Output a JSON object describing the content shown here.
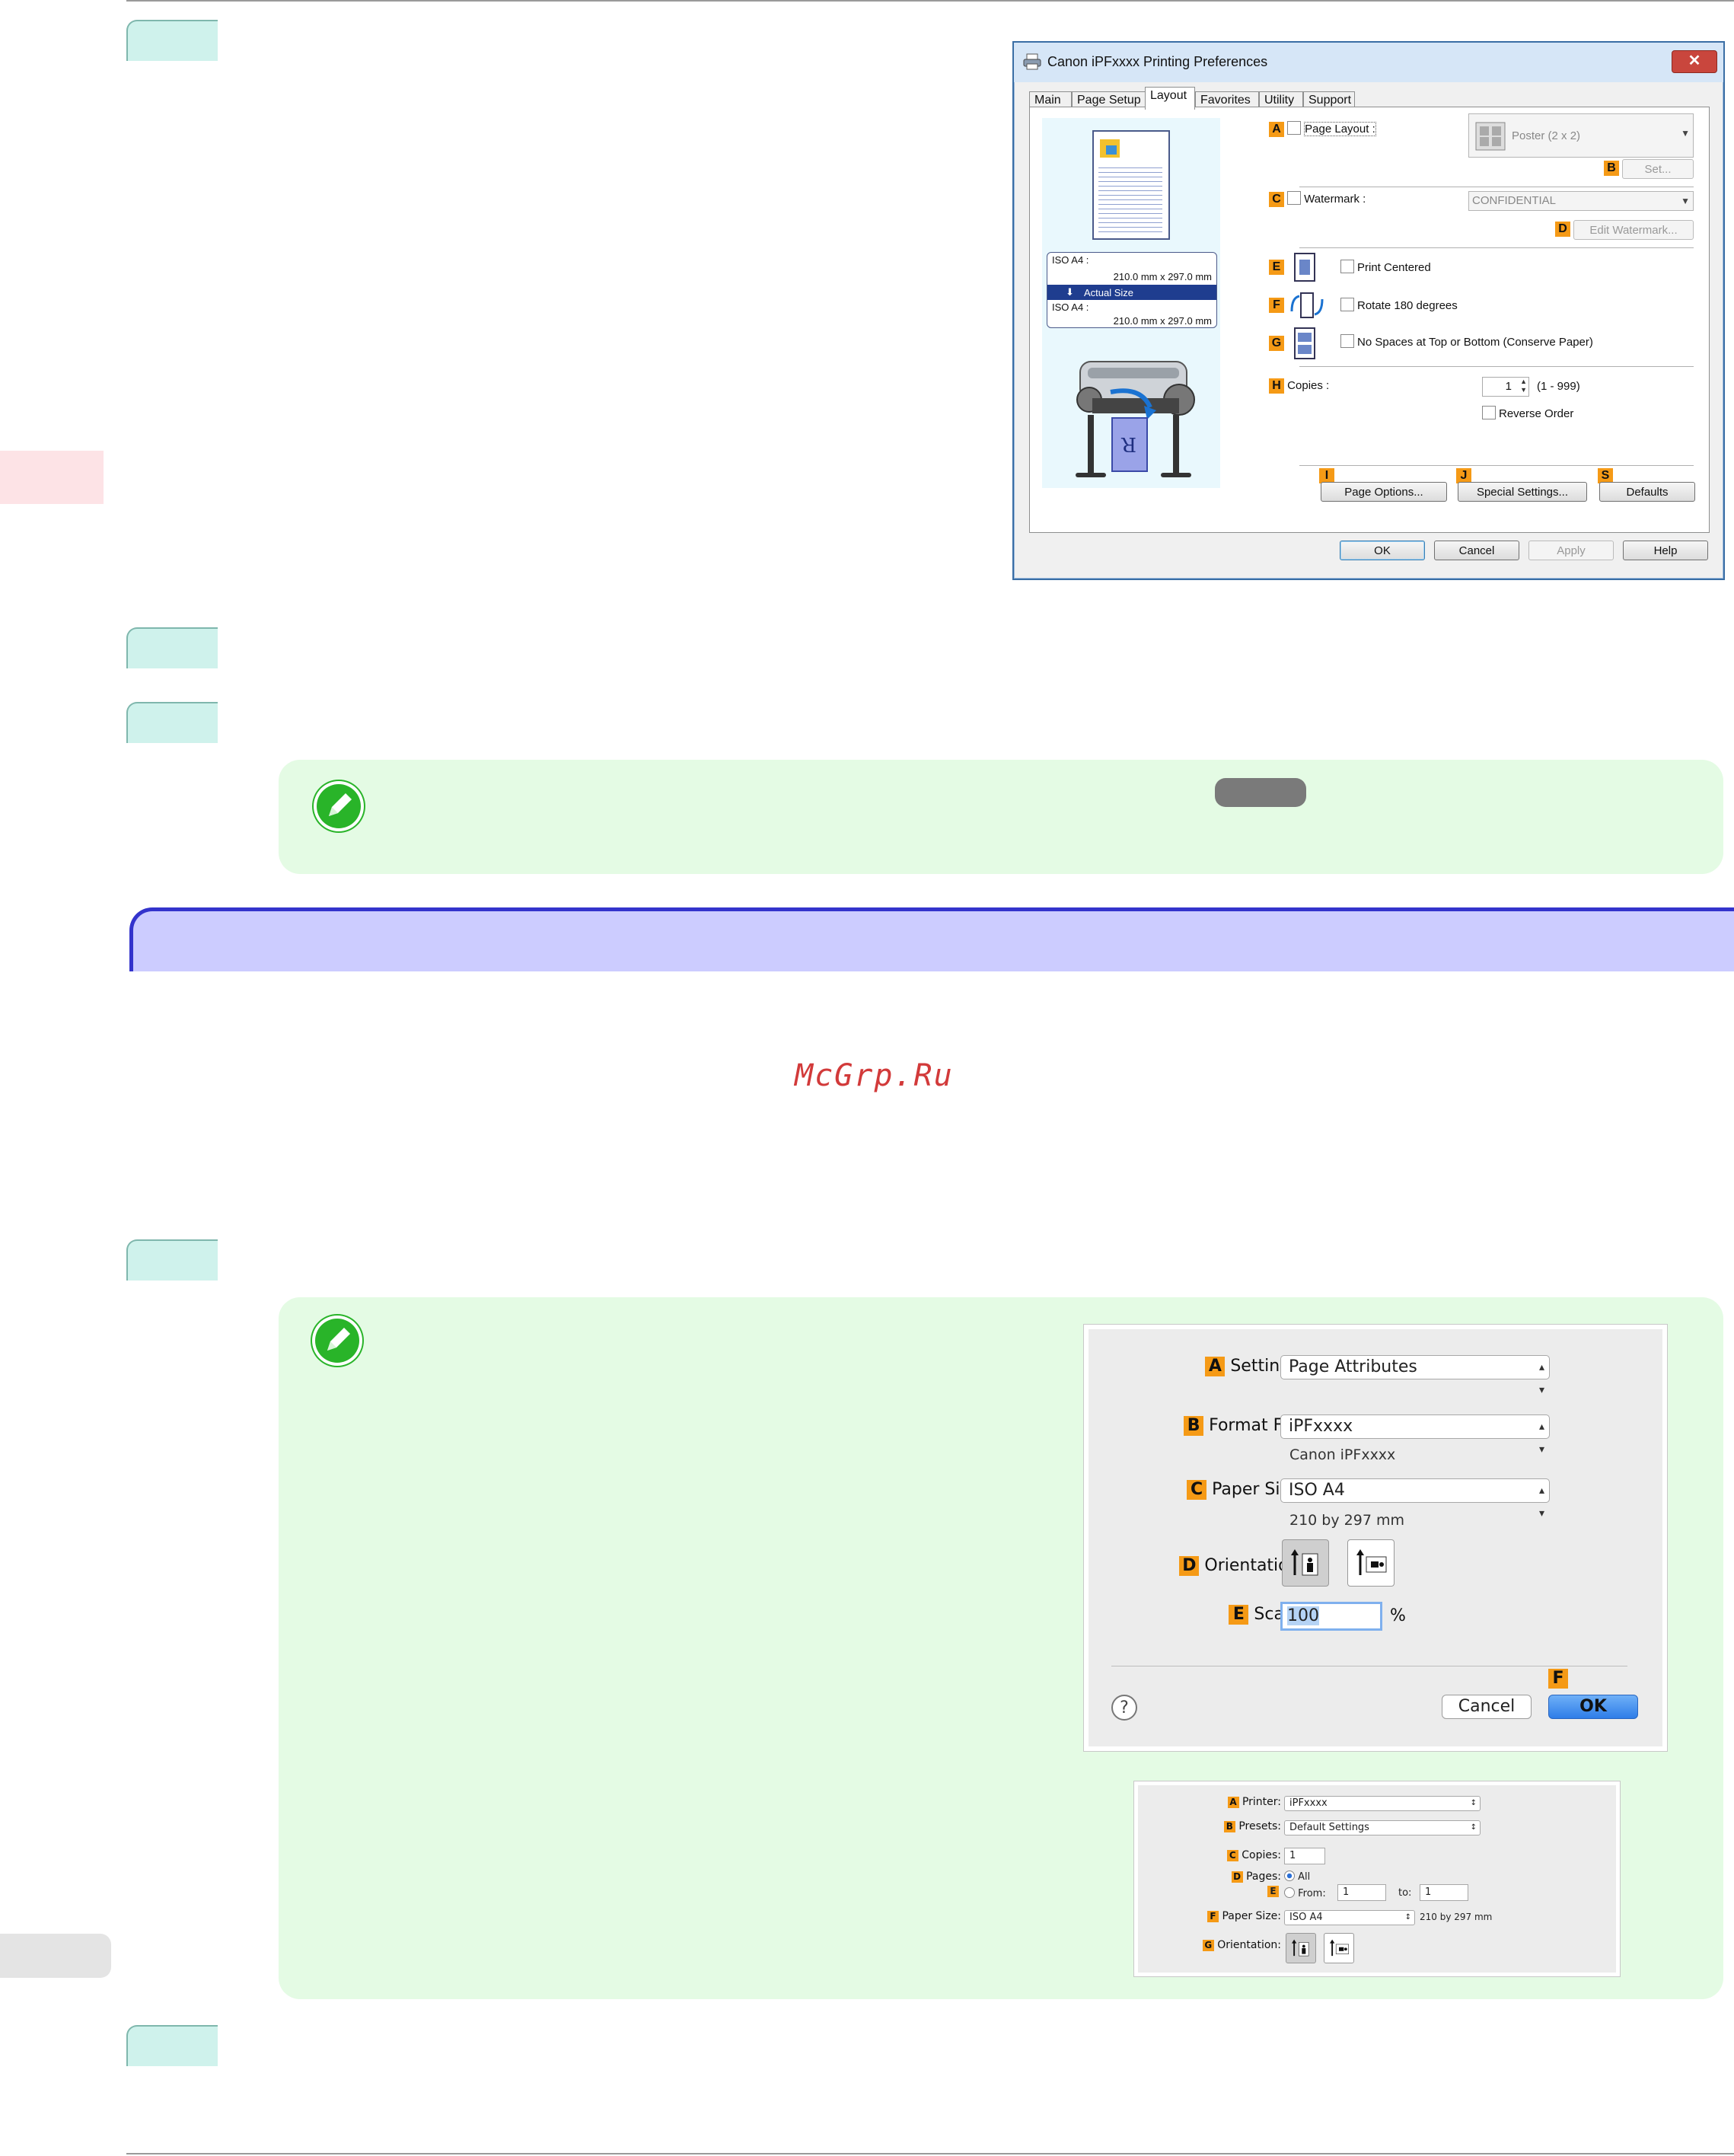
{
  "watermark": "McGrp.Ru",
  "win_dialog": {
    "title": "Canon iPFxxxx Printing Preferences",
    "close": "✕",
    "tabs": [
      "Main",
      "Page Setup",
      "Layout",
      "Favorites",
      "Utility",
      "Support"
    ],
    "active_tab": "Layout",
    "preview": {
      "size_line1": "ISO A4 :",
      "size_line2": "210.0 mm x 297.0 mm",
      "actual_size": "Actual Size",
      "size_line3": "ISO A4 :",
      "size_line4": "210.0 mm x 297.0 mm"
    },
    "page_layout": {
      "letter": "A",
      "label": "Page Layout :",
      "value": "Poster (2 x 2)"
    },
    "set_button": {
      "letter": "B",
      "label": "Set..."
    },
    "watermark": {
      "letter": "C",
      "label": "Watermark :",
      "value": "CONFIDENTIAL"
    },
    "edit_watermark": {
      "letter": "D",
      "label": "Edit Watermark..."
    },
    "print_centered": {
      "letter": "E",
      "label": "Print Centered"
    },
    "rotate": {
      "letter": "F",
      "label": "Rotate 180 degrees"
    },
    "no_spaces": {
      "letter": "G",
      "label": "No Spaces at Top or Bottom (Conserve Paper)"
    },
    "copies": {
      "letter": "H",
      "label": "Copies :",
      "value": "1",
      "range": "(1 - 999)"
    },
    "reverse_order": "Reverse Order",
    "page_options": {
      "letter": "I",
      "label": "Page Options..."
    },
    "special_settings": {
      "letter": "J",
      "label": "Special Settings..."
    },
    "defaults": {
      "letter": "S",
      "label": "Defaults"
    },
    "buttons": {
      "ok": "OK",
      "cancel": "Cancel",
      "apply": "Apply",
      "help": "Help"
    }
  },
  "mac_page_setup": {
    "settings": {
      "letter": "A",
      "label": "Settings:",
      "value": "Page Attributes"
    },
    "format_for": {
      "letter": "B",
      "label": "Format For:",
      "value": "iPFxxxx",
      "sub": "Canon iPFxxxx"
    },
    "paper_size": {
      "letter": "C",
      "label": "Paper Size:",
      "value": "ISO A4",
      "sub": "210 by 297 mm"
    },
    "orientation": {
      "letter": "D",
      "label": "Orientation:"
    },
    "scale": {
      "letter": "E",
      "label": "Scale:",
      "value": "100",
      "unit": "%"
    },
    "ok_letter": "F",
    "help": "?",
    "cancel": "Cancel",
    "ok": "OK"
  },
  "mac_print": {
    "printer": {
      "letter": "A",
      "label": "Printer:",
      "value": "iPFxxxx"
    },
    "presets": {
      "letter": "B",
      "label": "Presets:",
      "value": "Default Settings"
    },
    "copies": {
      "letter": "C",
      "label": "Copies:",
      "value": "1"
    },
    "pages": {
      "letter": "D",
      "label": "Pages:",
      "all": "All"
    },
    "from": {
      "letter": "E",
      "label": "From:",
      "from_value": "1",
      "to_label": "to:",
      "to_value": "1"
    },
    "paper_size": {
      "letter": "F",
      "label": "Paper Size:",
      "value": "ISO A4",
      "sub": "210 by 297 mm"
    },
    "orientation": {
      "letter": "G",
      "label": "Orientation:"
    }
  },
  "colors": {
    "step_tab": "#cff2ec",
    "note_bg": "#e4fbe4",
    "section_bar": "#ccccff",
    "section_border": "#3333cc",
    "callout_orange": "#f59a16"
  }
}
